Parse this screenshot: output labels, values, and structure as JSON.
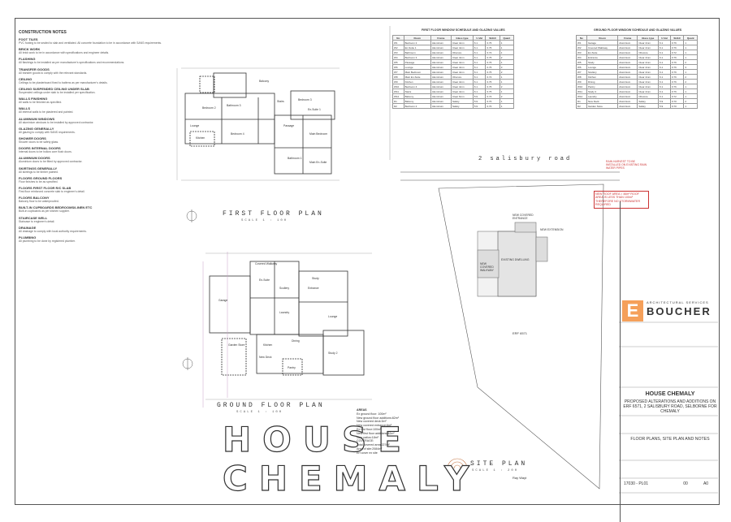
{
  "notes": {
    "title": "CONSTRUCTION NOTES",
    "sections": [
      {
        "heading": "FOOT TILES",
        "text": "PVC footing to be sealed to slab and ventilated. All concrete foundation to be in accordance with SANS requirements."
      },
      {
        "heading": "BRICK WORK",
        "text": "All brick work to be in accordance with specifications and engineer details."
      },
      {
        "heading": "FLASHING",
        "text": "All flashings to be installed as per manufacturer's specifications and recommendations."
      },
      {
        "heading": "TRANSFER GOODS",
        "text": "All transfer goods to comply with the relevant standards."
      },
      {
        "heading": "CEILING",
        "text": "Ceilings to be plasterboard fixed to battens as per manufacturer's details."
      },
      {
        "heading": "CEILING SUSPENDED CEILING UNDER SLAB",
        "text": "Suspended ceilings under slab to be installed per specification."
      },
      {
        "heading": "WALLS FINISHING",
        "text": "All walls to be finished as specified."
      },
      {
        "heading": "WALLS",
        "text": "All internal walls to be plastered and painted."
      },
      {
        "heading": "ALUMINIUM WINDOWS",
        "text": "All aluminium windows to be installed by approved contractor."
      },
      {
        "heading": "GLAZING GENERALLY",
        "text": "All glazing to comply with SANS requirements."
      },
      {
        "heading": "SHOWER DOORS",
        "text": "Shower doors to be safety glass."
      },
      {
        "heading": "DOORS INTERNAL DOORS",
        "text": "Internal doors to be hollow core flush doors."
      },
      {
        "heading": "ALUMINIUM DOORS",
        "text": "Aluminium doors to be fitted by approved contractor."
      },
      {
        "heading": "SKIRTINGS GENERALLY",
        "text": "All skirtings to be timber painted."
      },
      {
        "heading": "FLOORS GROUND FLOORS",
        "text": "Floor finishes to be as specified."
      },
      {
        "heading": "FLOORS FIRST FLOOR R/C SLAB",
        "text": "First floor reinforced concrete slab to engineer's detail."
      },
      {
        "heading": "FLOORS BALCONY",
        "text": "Balcony floor to be waterproofed."
      },
      {
        "heading": "BUILT-IN CUPBOARDS BEDROOMS/LINEN ETC",
        "text": "Built-in cupboards as per kitchen supplier."
      },
      {
        "heading": "STAIRCASE WELL",
        "text": "Staircase to engineer's detail."
      },
      {
        "heading": "DRAINAGE",
        "text": "All drainage to comply with local authority requirements."
      },
      {
        "heading": "PLUMBING",
        "text": "All plumbing to be done by registered plumber."
      }
    ]
  },
  "first_floor": {
    "title": "FIRST FLOOR PLAN",
    "scale": "SCALE 1 : 100",
    "rooms": [
      "Bedroom 2",
      "Lounge",
      "Bathroom 3",
      "Stairs",
      "En-Suite 1",
      "Bedroom 3",
      "Passage",
      "Bathroom 1",
      "Main Bedroom",
      "Main En-Suite",
      "Kitchen",
      "Bedroom 4",
      "Balcony"
    ]
  },
  "ground_floor": {
    "title": "GROUND FLOOR PLAN",
    "scale": "SCALE 1 : 100",
    "rooms": [
      "Garage",
      "En-Suite",
      "Covered Walkway",
      "Entrance",
      "Study",
      "Lounge",
      "Scullery",
      "Garden Store",
      "Kitchen",
      "Dining",
      "New Deck",
      "Pantry",
      "Study 2",
      "Laundry"
    ]
  },
  "house_name": [
    "HOUSE",
    "CHEMALY"
  ],
  "first_schedule": {
    "title": "FIRST FLOOR WINDOW SCHEDULE AND GLAZING VALUES",
    "headers": [
      "No",
      "Room",
      "Frame",
      "Glass type",
      "U-Val",
      "SHGC",
      "Quant"
    ],
    "rows": [
      [
        "W1",
        "Bedroom 2",
        "Aluminium",
        "Clear 4mm",
        "6.1",
        "0.76",
        "1"
      ],
      [
        "W2",
        "En-Suite 1",
        "Aluminium",
        "Clear 4mm",
        "6.1",
        "0.76",
        "1"
      ],
      [
        "W3",
        "Bathroom",
        "Aluminium",
        "Obscure",
        "6.1",
        "0.72",
        "1"
      ],
      [
        "W4",
        "Bedroom 3",
        "Aluminium",
        "Clear 4mm",
        "6.1",
        "0.76",
        "2"
      ],
      [
        "W5",
        "Passage",
        "Aluminium",
        "Clear 4mm",
        "6.1",
        "0.76",
        "1"
      ],
      [
        "W6",
        "Lounge",
        "Aluminium",
        "Clear 4mm",
        "6.1",
        "0.76",
        "3"
      ],
      [
        "W7",
        "Main Bedroom",
        "Aluminium",
        "Clear 4mm",
        "6.1",
        "0.76",
        "2"
      ],
      [
        "W8",
        "Main En-Suite",
        "Aluminium",
        "Obscure",
        "6.1",
        "0.72",
        "1"
      ],
      [
        "W9",
        "Kitchen",
        "Aluminium",
        "Clear 4mm",
        "6.1",
        "0.76",
        "1"
      ],
      [
        "W10",
        "Bedroom 4",
        "Aluminium",
        "Clear 4mm",
        "6.1",
        "0.76",
        "2"
      ],
      [
        "W11",
        "Stairs",
        "Aluminium",
        "Clear 4mm",
        "6.1",
        "0.76",
        "1"
      ],
      [
        "W12",
        "Balcony",
        "Aluminium",
        "Clear 6mm",
        "5.9",
        "0.74",
        "2"
      ],
      [
        "D1",
        "Balcony",
        "Aluminium",
        "Safety",
        "5.9",
        "0.70",
        "1"
      ],
      [
        "D2",
        "Bedroom 2",
        "Aluminium",
        "Safety",
        "5.9",
        "0.70",
        "1"
      ]
    ]
  },
  "ground_schedule": {
    "title": "GROUND FLOOR WINDOW SCHEDULE AND GLAZING VALUES",
    "headers": [
      "No",
      "Room",
      "Frame",
      "Glass type",
      "U-Val",
      "SHGC",
      "Quant"
    ],
    "rows": [
      [
        "W1",
        "Garage",
        "Aluminium",
        "Clear 4mm",
        "6.1",
        "0.76",
        "1"
      ],
      [
        "W2",
        "Covered Walkway",
        "Aluminium",
        "Clear 4mm",
        "6.1",
        "0.76",
        "1"
      ],
      [
        "W3",
        "En-Suite",
        "Aluminium",
        "Obscure",
        "6.1",
        "0.72",
        "1"
      ],
      [
        "W4",
        "Entrance",
        "Aluminium",
        "Clear 4mm",
        "6.1",
        "0.76",
        "1"
      ],
      [
        "W5",
        "Study",
        "Aluminium",
        "Clear 4mm",
        "6.1",
        "0.76",
        "2"
      ],
      [
        "W6",
        "Lounge",
        "Aluminium",
        "Clear 4mm",
        "6.1",
        "0.76",
        "3"
      ],
      [
        "W7",
        "Scullery",
        "Aluminium",
        "Clear 4mm",
        "6.1",
        "0.76",
        "1"
      ],
      [
        "W8",
        "Kitchen",
        "Aluminium",
        "Clear 4mm",
        "6.1",
        "0.76",
        "2"
      ],
      [
        "W9",
        "Dining",
        "Aluminium",
        "Clear 4mm",
        "6.1",
        "0.76",
        "2"
      ],
      [
        "W10",
        "Pantry",
        "Aluminium",
        "Clear 4mm",
        "6.1",
        "0.76",
        "1"
      ],
      [
        "W11",
        "Study 2",
        "Aluminium",
        "Clear 4mm",
        "6.1",
        "0.76",
        "1"
      ],
      [
        "W12",
        "Laundry",
        "Aluminium",
        "Obscure",
        "6.1",
        "0.72",
        "1"
      ],
      [
        "D1",
        "New Deck",
        "Aluminium",
        "Safety",
        "5.9",
        "0.70",
        "2"
      ],
      [
        "D2",
        "Garden Store",
        "Aluminium",
        "Safety",
        "5.9",
        "0.70",
        "1"
      ]
    ]
  },
  "site": {
    "road": "2  salisbury road",
    "title": "SITE PLAN",
    "scale": "SCALE 1 : 200",
    "erf": "ERF 6571",
    "street_label": "Ray Wayt",
    "labels": [
      "NEW COVERED ENTRANCE",
      "EXISTING DWELLING",
      "NEW COVERED WALKWAY",
      "NEW EXTENSION"
    ]
  },
  "areas": {
    "heading": "AREAS",
    "lines": [
      "Ex ground floor: 100m²",
      "New ground floor additions:82m²",
      "New covered deck:3m²",
      "New covered entrance:6m²",
      "Ex first floor:100m²",
      "New first floor additions:82m²",
      "New patios:18m²",
      "COVERAGE:",
      "Total covered area:227m²",
      "Area of site:2084m²",
      "Erf cover ex site"
    ]
  },
  "red_note": "NEW ROOF AREA = 46m²  ROOF AREA IS LESS THAN 100m² THEREFORE NO STORMWATER REQUIRED",
  "red_small": "RAIN HARVEST TO BE INSTALLED ON EXISTING RAIN WATER PIPES",
  "title_block": {
    "firm_top": "ARCHITECTURAL SERVICES",
    "firm_name": "BOUCHER",
    "client": "HOUSE CHEMALY",
    "project": "PROPOSED ALTERATIONS AND ADDITIONS ON ERF 6571, 2 SALISBURY ROAD, SELBORNE FOR CHEMALY",
    "drawing": "FLOOR PLANS, SITE PLAN AND NOTES",
    "drawing_no": "17030 - PL01",
    "rev": "00",
    "size": "A0"
  }
}
